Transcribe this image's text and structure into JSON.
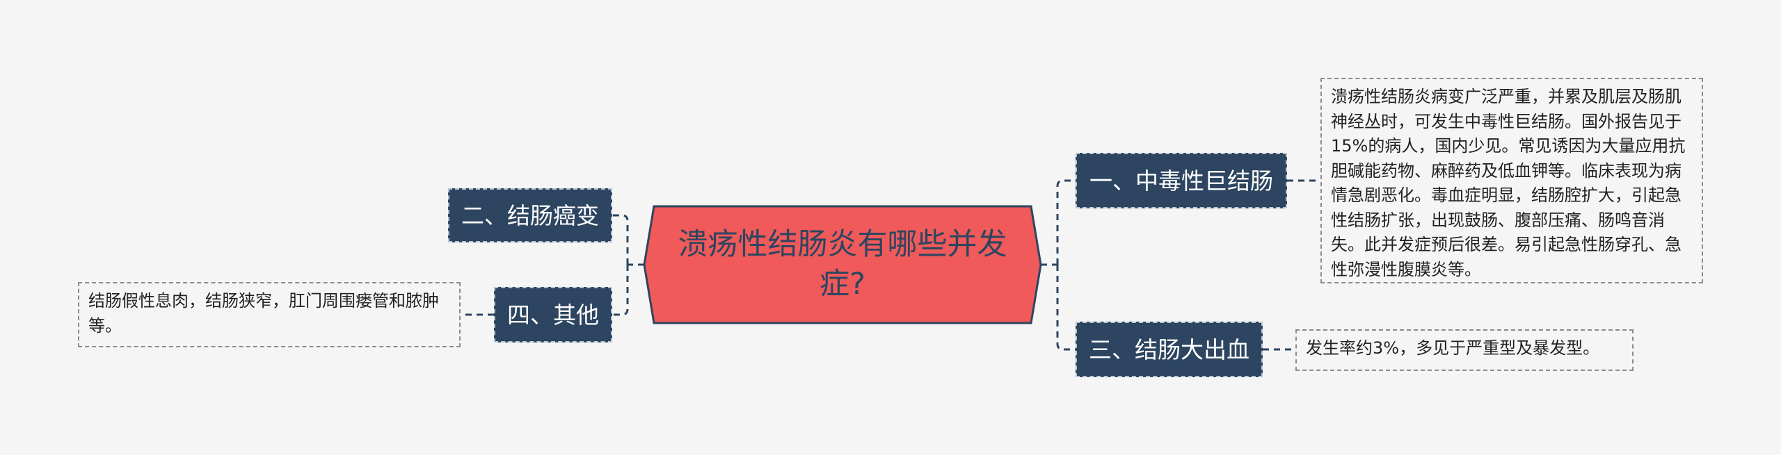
{
  "colors": {
    "background": "#f5f5f5",
    "root_fill": "#f05a5a",
    "node_fill": "#2d4560",
    "line": "#2d4560",
    "note_border": "#8c8c8c"
  },
  "root": {
    "label": "溃疡性结肠炎有哪些并发症?"
  },
  "branches": {
    "b1": {
      "label": "一、中毒性巨结肠",
      "note": "溃疡性结肠炎病变广泛严重，并累及肌层及肠肌神经丛时，可发生中毒性巨结肠。国外报告见于15%的病人，国内少见。常见诱因为大量应用抗胆碱能药物、麻醉药及低血钾等。临床表现为病情急剧恶化。毒血症明显，结肠腔扩大，引起急性结肠扩张，出现鼓肠、腹部压痛、肠鸣音消失。此并发症预后很差。易引起急性肠穿孔、急性弥漫性腹膜炎等。"
    },
    "b2": {
      "label": "二、结肠癌变"
    },
    "b3": {
      "label": "三、结肠大出血",
      "note": "发生率约3%，多见于严重型及暴发型。"
    },
    "b4": {
      "label": "四、其他",
      "note": "结肠假性息肉，结肠狭窄，肛门周围瘘管和脓肿等。"
    }
  }
}
